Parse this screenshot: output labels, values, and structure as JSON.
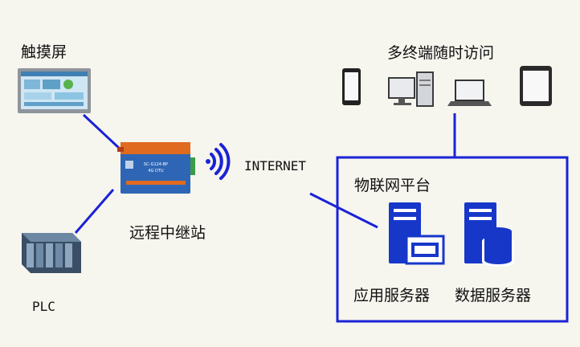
{
  "labels": {
    "touchscreen": "触摸屏",
    "multi_terminal": "多终端随时访问",
    "internet": "INTERNET",
    "iot_platform": "物联网平台",
    "relay_station": "远程中继站",
    "plc": "PLC",
    "app_server": "应用服务器",
    "data_server": "数据服务器"
  },
  "colors": {
    "background": "#f6f5ee",
    "link_blue": "#1a22d6",
    "server_blue": "#1737c9",
    "device_orange": "#e06a1f",
    "device_blue": "#2e66b5"
  },
  "icons": {
    "touchscreen": "hmi-panel-icon",
    "phone": "smartphone-icon",
    "desktop": "desktop-pc-icon",
    "laptop": "laptop-icon",
    "tablet": "tablet-icon",
    "router": "4g-dtu-router-icon",
    "wireless": "wireless-signal-icon",
    "plc": "plc-rack-icon",
    "app_server": "application-server-icon",
    "data_server": "database-server-icon"
  },
  "device_text": {
    "model": "SC-G124-BP",
    "type": "4G DTU"
  }
}
